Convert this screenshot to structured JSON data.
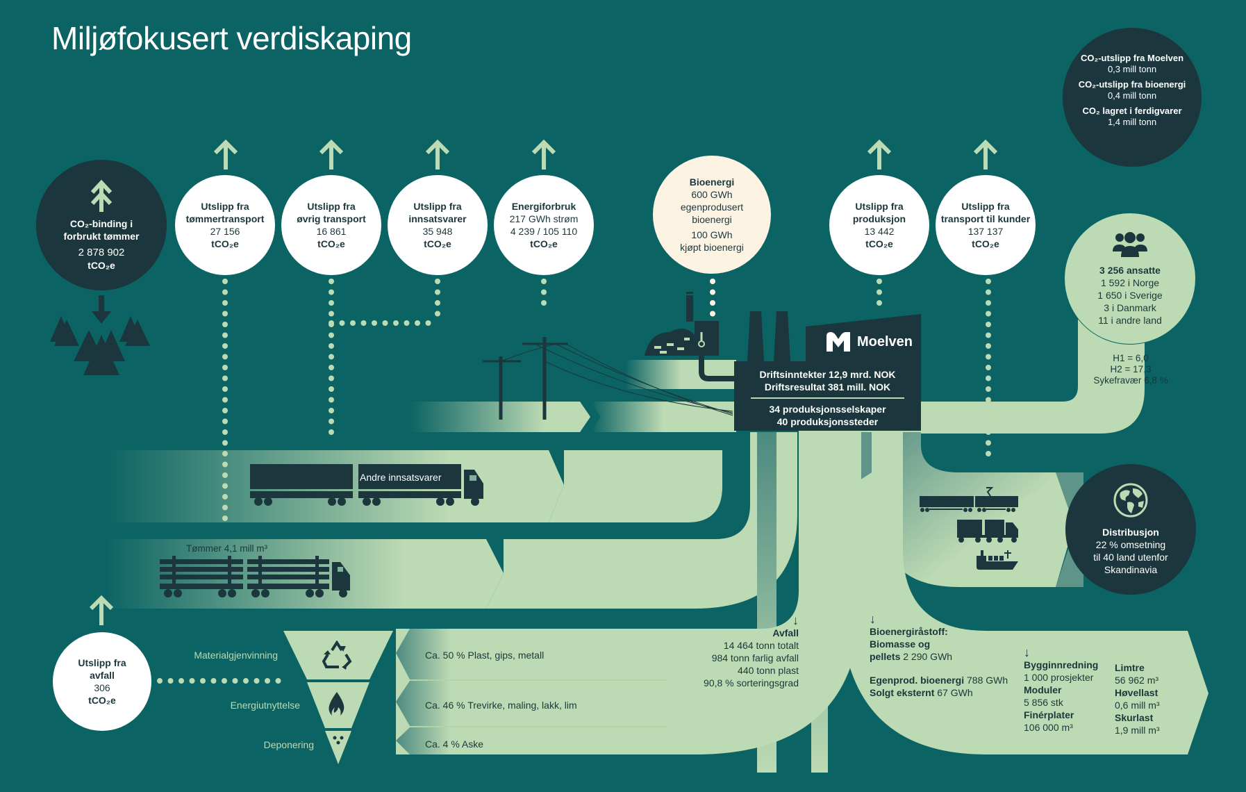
{
  "title": "Miljøfokusert verdiskaping",
  "co2_summary": {
    "lines": [
      {
        "label": "CO₂-utslipp fra Moelven",
        "value": "0,3 mill tonn"
      },
      {
        "label": "CO₂-utslipp fra bioenergi",
        "value": "0,4 mill tonn"
      },
      {
        "label": "CO₂ lagret i ferdigvarer",
        "value": "1,4 mill tonn"
      }
    ]
  },
  "co2_binding": {
    "title_line1": "CO₂-binding i",
    "title_line2": "forbrukt tømmer",
    "value": "2 878 902",
    "unit": "tCO₂e",
    "icon": "tree-icon"
  },
  "emission_circles": [
    {
      "title_line1": "Utslipp fra",
      "title_line2": "tømmertransport",
      "value": "27 156",
      "unit": "tCO₂e"
    },
    {
      "title_line1": "Utslipp fra",
      "title_line2": "øvrig transport",
      "value": "16 861",
      "unit": "tCO₂e"
    },
    {
      "title_line1": "Utslipp fra",
      "title_line2": "innsatsvarer",
      "value": "35 948",
      "unit": "tCO₂e"
    },
    {
      "title_line1": "Energiforbruk",
      "title_line2": "217 GWh strøm",
      "value": "4 239 / 105 110",
      "unit": "tCO₂e"
    },
    {
      "title_line1": "Utslipp fra",
      "title_line2": "produksjon",
      "value": "13 442",
      "unit": "tCO₂e"
    },
    {
      "title_line1": "Utslipp fra",
      "title_line2": "transport til kunder",
      "value": "137 137",
      "unit": "tCO₂e"
    }
  ],
  "bioenergy": {
    "title": "Bioenergi",
    "line1": "600 GWh",
    "line2": "egenprodusert",
    "line3": "bioenergi",
    "line4": "100 GWh",
    "line5": "kjøpt bioenergi"
  },
  "employees": {
    "title": "3 256 ansatte",
    "norway": "1 592 i Norge",
    "sweden": "1 650 i Sverige",
    "denmark": "3 i Danmark",
    "other": "11 i andre land",
    "h1": "H1 = 6,0",
    "h2": "H2 = 17,3",
    "sick_leave": "Sykefravær 6,8 %",
    "icon": "people-icon"
  },
  "moelven": {
    "brand": "Moelven",
    "revenue": "Driftsinntekter 12,9 mrd. NOK",
    "result": "Driftsresultat 381 mill. NOK",
    "companies": "34 produksjonsselskaper",
    "sites": "40 produksjonssteder"
  },
  "trucks": {
    "other_inputs": "Andre innsatsvarer",
    "timber": "Tømmer 4,1 mill m³"
  },
  "distribution": {
    "title": "Distribusjon",
    "line1": "22 % omsetning",
    "line2": "til 40 land utenfor",
    "line3": "Skandinavia",
    "icon": "globe-icon"
  },
  "waste_emission": {
    "title_line1": "Utslipp fra",
    "title_line2": "avfall",
    "value": "306",
    "unit": "tCO₂e"
  },
  "waste_pyramid": [
    {
      "label": "Materialgjenvinning",
      "desc": "Ca. 50 % Plast, gips, metall",
      "icon": "recycle-icon"
    },
    {
      "label": "Energiutnyttelse",
      "desc": "Ca. 46 % Trevirke, maling, lakk, lim",
      "icon": "flame-icon"
    },
    {
      "label": "Deponering",
      "desc": "Ca. 4 % Aske",
      "icon": "ash-icon"
    }
  ],
  "waste": {
    "title": "Avfall",
    "total": "14 464 tonn totalt",
    "hazardous": "984 tonn farlig avfall",
    "plastic": "440 tonn plast",
    "sorting": "90,8 % sorteringsgrad"
  },
  "bioenergy_output": {
    "title": "Bioenergiråstoff:",
    "bio_label": "Biomasse og",
    "pellets_label": "pellets",
    "pellets_value": "2 290 GWh",
    "egenprod_label": "Egenprod. bioenergi",
    "egenprod_value": "788 GWh",
    "sold_label": "Solgt eksternt",
    "sold_value": "67 GWh"
  },
  "products": [
    {
      "label": "Bygginnredning",
      "value": "1 000 prosjekter"
    },
    {
      "label": "Moduler",
      "value": "5 856 stk"
    },
    {
      "label": "Finérplater",
      "value": "106 000 m³"
    },
    {
      "label": "Limtre",
      "value": "56 962 m³"
    },
    {
      "label": "Høvellast",
      "value": "0,6 mill m³"
    },
    {
      "label": "Skurlast",
      "value": "1,9 mill m³"
    }
  ],
  "colors": {
    "background": "#0b6363",
    "dark": "#1b373d",
    "light_green": "#bcdab3",
    "cream": "#fdf3e3"
  }
}
